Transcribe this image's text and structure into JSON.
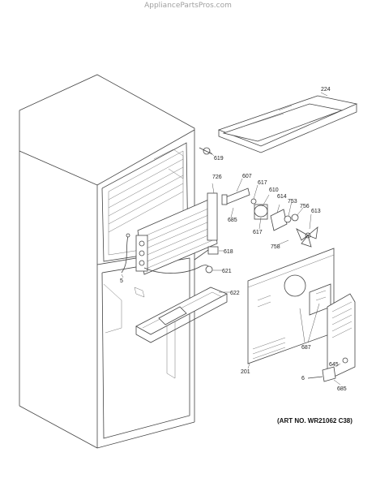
{
  "watermark": "AppliancePartsPros.com",
  "art_number": "(ART NO. WR21062 C38)",
  "callouts": {
    "p224": "224",
    "p619": "619",
    "p726": "726",
    "p607": "607",
    "p617a": "617",
    "p610": "610",
    "p614": "614",
    "p753": "753",
    "p756": "756",
    "p613": "613",
    "p685a": "685",
    "p617b": "617",
    "p758": "758",
    "p618": "618",
    "p621": "621",
    "p5": "5",
    "p622": "622",
    "p687": "687",
    "p201": "201",
    "p645": "645",
    "p6": "6",
    "p685b": "685"
  }
}
